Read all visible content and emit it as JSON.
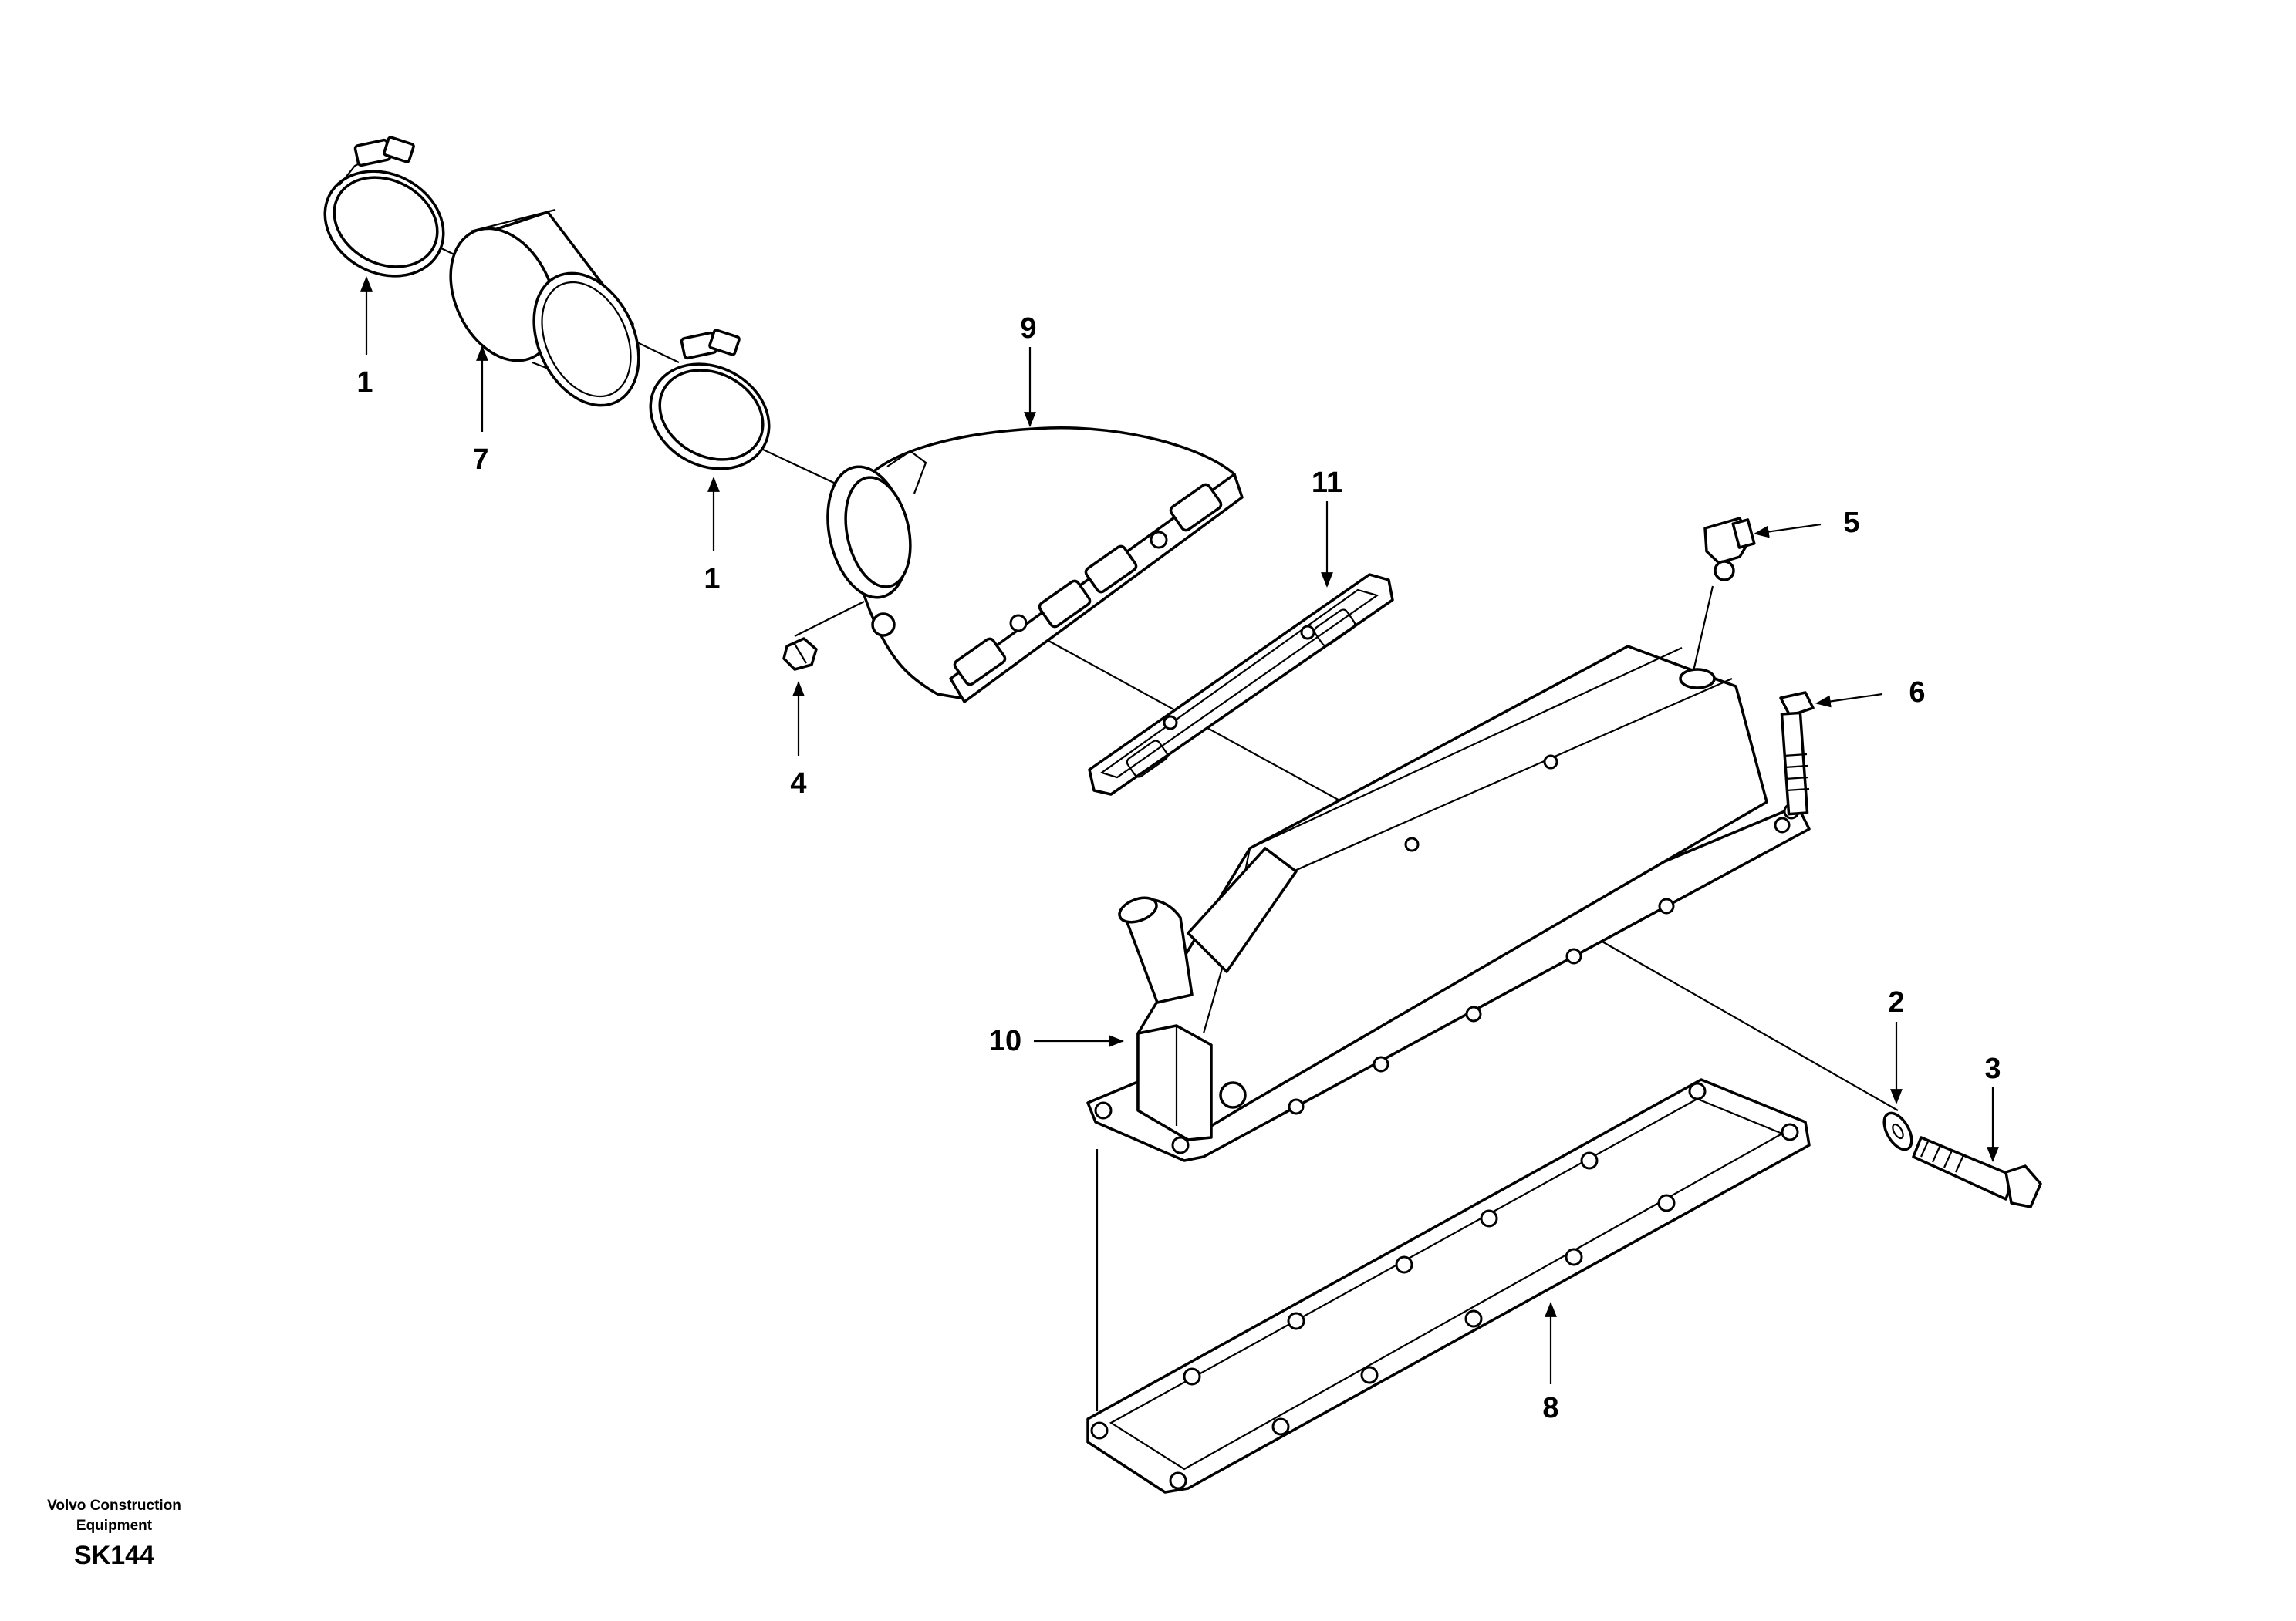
{
  "callouts": [
    {
      "id": "c1a",
      "label": "1"
    },
    {
      "id": "c7",
      "label": "7"
    },
    {
      "id": "c1b",
      "label": "1"
    },
    {
      "id": "c9",
      "label": "9"
    },
    {
      "id": "c11",
      "label": "11"
    },
    {
      "id": "c5",
      "label": "5"
    },
    {
      "id": "c6",
      "label": "6"
    },
    {
      "id": "c4",
      "label": "4"
    },
    {
      "id": "c10",
      "label": "10"
    },
    {
      "id": "c2",
      "label": "2"
    },
    {
      "id": "c3",
      "label": "3"
    },
    {
      "id": "c8",
      "label": "8"
    }
  ],
  "footer": {
    "brand_line1": "Volvo Construction",
    "brand_line2": "Equipment",
    "drawing_id": "SK144"
  }
}
